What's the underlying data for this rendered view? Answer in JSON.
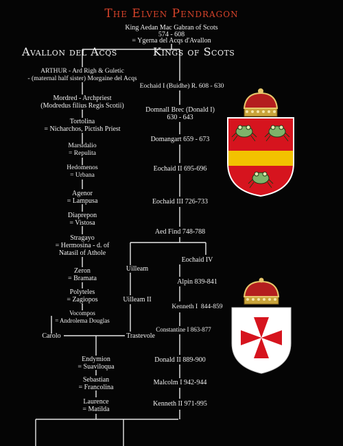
{
  "title": "The Elven Pendragon",
  "founder": {
    "name": "King Aedan Mac Gabran of Scots",
    "years": "574 - 608",
    "spouse": "= Ygerna del Acqs d'Avallon"
  },
  "columns": {
    "left": "Avallon del Acqs",
    "right": "Kings of Scots"
  },
  "left_line": [
    {
      "id": "arthur",
      "text": "ARTHUR - Ard Righ & Guletic\n- (maternal half sister) Morgaine del Acqs"
    },
    {
      "id": "mordred",
      "text": "Mordred - Archpriest\n(Modredus filius Regis Scotii)"
    },
    {
      "id": "tortolina",
      "text": "Tortolina\n= Nicharchos, Pictish Priest"
    },
    {
      "id": "marsidalio",
      "text": "Marsidalio\n= Repulita"
    },
    {
      "id": "hedomenos",
      "text": "Hedomenos\n= Urbana"
    },
    {
      "id": "agenor",
      "text": "Agenor\n= Lampusa"
    },
    {
      "id": "diaprepon",
      "text": "Diaprepon\n= Vistosa"
    },
    {
      "id": "stragayo",
      "text": "Stragayo\n= Hermosina - d. of\nNatasil of Athole"
    },
    {
      "id": "zeron",
      "text": "Zeron\n= Bramata"
    },
    {
      "id": "polyteles",
      "text": "Polyteles\n= Zagiopos"
    },
    {
      "id": "vocompos",
      "text": "Vocompos\n= Androlema Douglas"
    },
    {
      "id": "carolo",
      "text": "Carolo"
    },
    {
      "id": "endymion",
      "text": "Endymion\n= Suaviloqua"
    },
    {
      "id": "sebastian",
      "text": "Sebastian\n= Francolina"
    },
    {
      "id": "laurence",
      "text": "Laurence\n= Matilda"
    }
  ],
  "right_line": [
    {
      "id": "eochaid1",
      "text": "Eochaid I (Buidhe) R. 608 - 630"
    },
    {
      "id": "domnall",
      "text": "Domnall Brec (Donald I)\n630 - 643"
    },
    {
      "id": "domangart",
      "text": "Domangart 659 - 673"
    },
    {
      "id": "eochaid2",
      "text": "Eochaid II 695-696"
    },
    {
      "id": "eochaid3",
      "text": "Eochaid III 726-733"
    },
    {
      "id": "aedfind",
      "text": "Aed Find 748-788"
    },
    {
      "id": "eochaid4",
      "text": "Eochaid IV"
    },
    {
      "id": "alpin",
      "text": "Alpin 839-841"
    },
    {
      "id": "kenneth1",
      "text": "Kenneth I  844-859"
    },
    {
      "id": "constantine",
      "text": "Constantine I 863-877"
    },
    {
      "id": "donald2",
      "text": "Donald II 889-900"
    },
    {
      "id": "malcolm",
      "text": "Malcolm I 942-944"
    },
    {
      "id": "kenneth2",
      "text": "Kenneth II 971-995"
    }
  ],
  "middle_line": [
    {
      "id": "uilleam",
      "text": "Uilleam"
    },
    {
      "id": "uilleam2",
      "text": "Uilleam II"
    },
    {
      "id": "trastevole",
      "text": "Trastevole"
    }
  ],
  "colors": {
    "title": "#d8432a",
    "lines": "#e8e8e8",
    "shield_red": "#d6141e",
    "shield_yellow": "#f2c200",
    "shield_white": "#ffffff",
    "frog_green": "#7fb36a",
    "crown_red": "#b41e1e"
  },
  "icons": {
    "shield_top": "frog-arms-shield",
    "shield_bottom": "templar-cross-shield"
  }
}
